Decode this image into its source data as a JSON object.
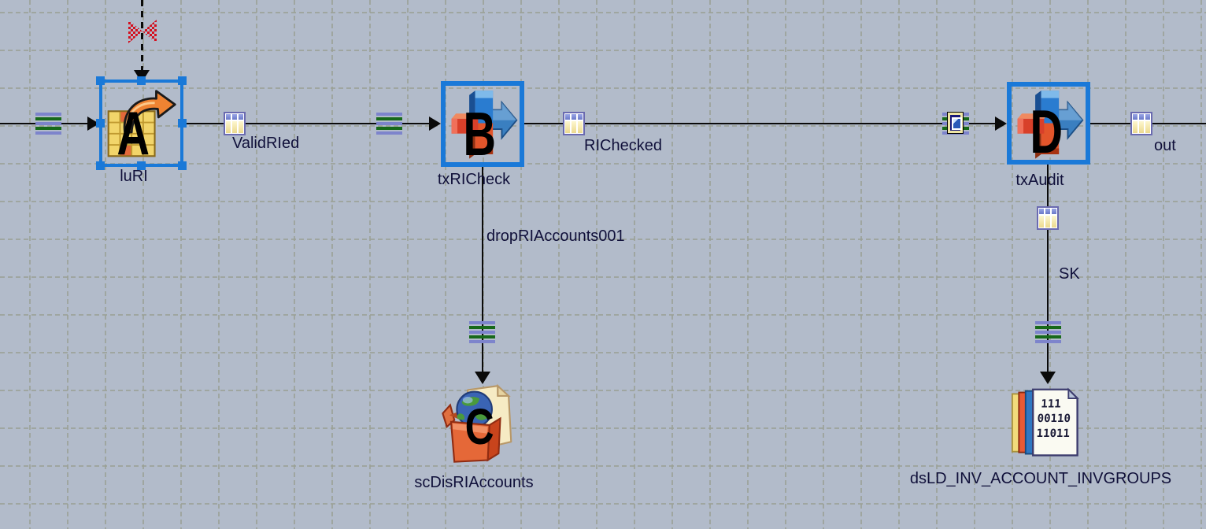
{
  "canvas": {
    "background": "#b2bbca",
    "grid_color": "#9aa095",
    "selection_color": "#1a79d8",
    "link_color": "#0a0a0a",
    "label_color": "#10103a",
    "stripe_purple": "#7d84cc",
    "stripe_green": "#17691a",
    "breakpoint_red": "#d40f1e"
  },
  "stages": {
    "luri": {
      "letter": "A",
      "label": "luRI"
    },
    "txricheck": {
      "letter": "B",
      "label": "txRICheck"
    },
    "scdisriaccounts": {
      "letter": "C",
      "label": "scDisRIAccounts"
    },
    "txaudit": {
      "letter": "D",
      "label": "txAudit"
    },
    "dataset": {
      "label": "dsLD_INV_ACCOUNT_INVGROUPS",
      "icon_lines": [
        "111",
        "00110",
        "11011"
      ]
    }
  },
  "links": {
    "validried": {
      "label": "ValidRIed"
    },
    "richecked": {
      "label": "RIChecked"
    },
    "out": {
      "label": "out"
    },
    "dropriaccounts": {
      "label": "dropRIAccounts001"
    },
    "sk": {
      "label": "SK"
    }
  }
}
